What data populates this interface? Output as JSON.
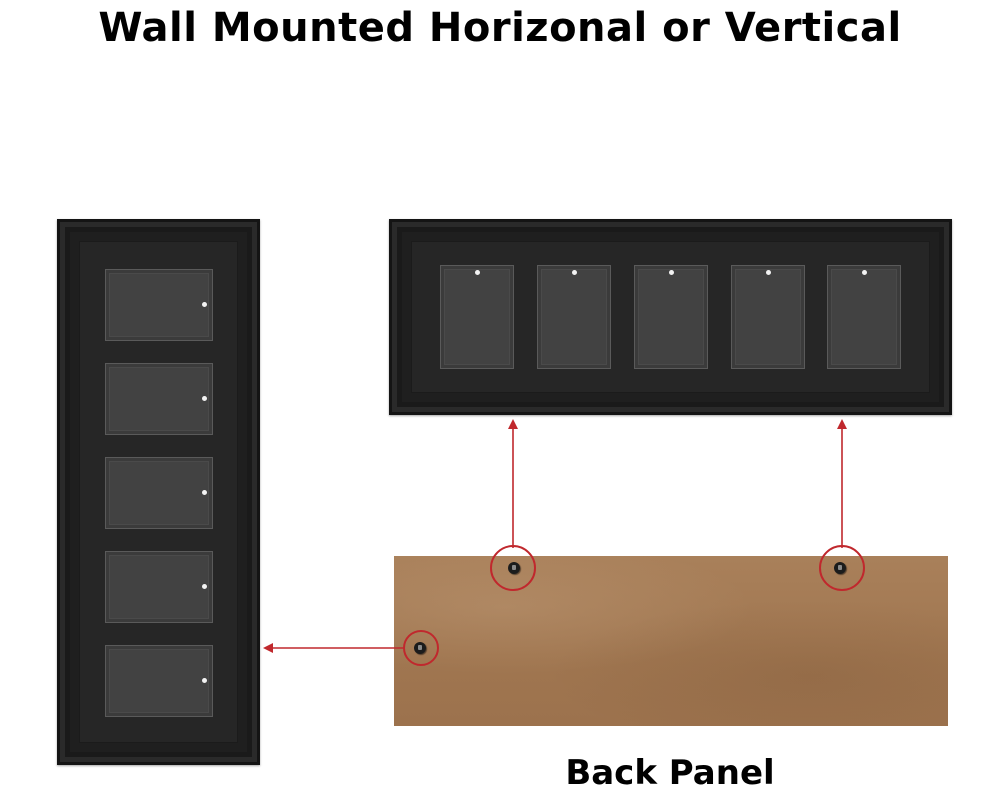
{
  "title": "Wall Mounted Horizonal or Vertical",
  "caption": "Back Panel",
  "colors": {
    "frame": "#1f1f1f",
    "photo_slot": "#424242",
    "back_panel": "#a47a52",
    "arrow": "#c0282d"
  },
  "vertical_frame": {
    "slot_count": 5
  },
  "horizontal_frame": {
    "slot_count": 5
  },
  "back_panel": {
    "hook_count": 3
  }
}
